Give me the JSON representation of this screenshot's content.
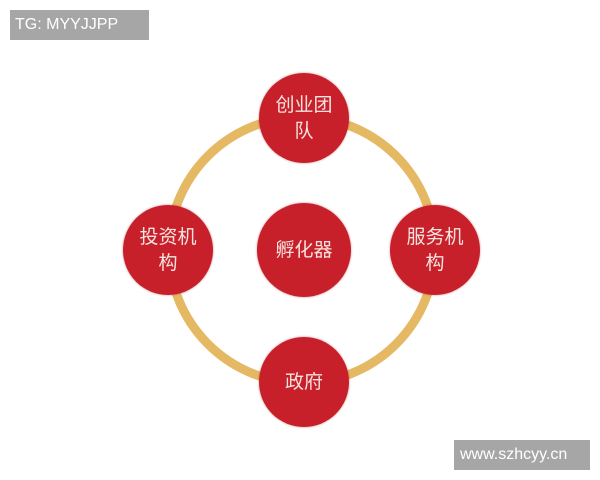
{
  "watermarks": {
    "top_left": "TG: MYYJJPP",
    "bottom_right": "www.szhcyy.cn"
  },
  "diagram": {
    "ring_color": "#e5b964",
    "node_color": "#c8202a",
    "center": {
      "label": "孵化器"
    },
    "nodes": [
      {
        "position": "top",
        "label": "创业团队"
      },
      {
        "position": "left",
        "label": "投资机构"
      },
      {
        "position": "right",
        "label": "服务机构"
      },
      {
        "position": "bottom",
        "label": "政府"
      }
    ]
  }
}
